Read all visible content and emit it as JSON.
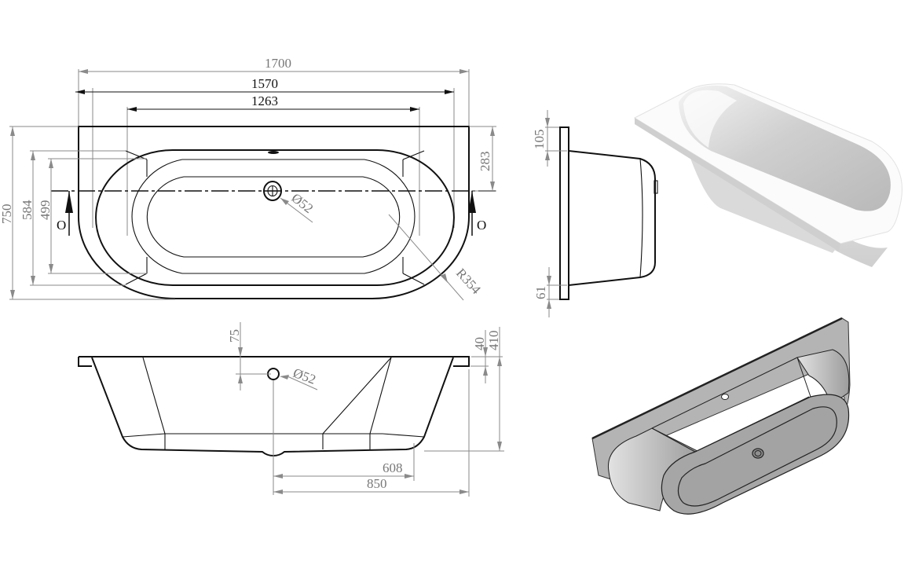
{
  "drawing": {
    "subject": "Back-to-wall bath technical drawing",
    "units": "mm",
    "top_view": {
      "dimensions": {
        "overall_length": "1700",
        "outer_bowl_length": "1570",
        "inner_bowl_length": "1263",
        "overall_width": "750",
        "outer_bowl_width": "584",
        "inner_bowl_width": "499",
        "waste_offset_from_back": "283",
        "waste_diameter": "Ø52",
        "end_radius": "R354"
      },
      "section_markers": [
        "O",
        "O"
      ]
    },
    "front_view": {
      "dimensions": {
        "overflow_from_rim": "75",
        "overflow_diameter": "Ø52",
        "rim_thickness": "40",
        "overall_height": "410",
        "waste_to_base_edge": "608",
        "waste_to_end": "850"
      }
    },
    "side_view": {
      "dimensions": {
        "back_lip": "105",
        "front_lip": "61"
      }
    },
    "renders": [
      {
        "name": "3d-render-top",
        "description": "Isometric render of bath from above, white finish"
      },
      {
        "name": "3d-render-underside",
        "description": "Isometric render of bath from below, grey shading"
      }
    ],
    "colors": {
      "line": "#111111",
      "dimension": "#8a8a8a",
      "dimension_text": "#777777",
      "render_light": "#f2f2f2",
      "render_shadow": "#a8a8a8",
      "underside": "#a6a6a6"
    }
  }
}
